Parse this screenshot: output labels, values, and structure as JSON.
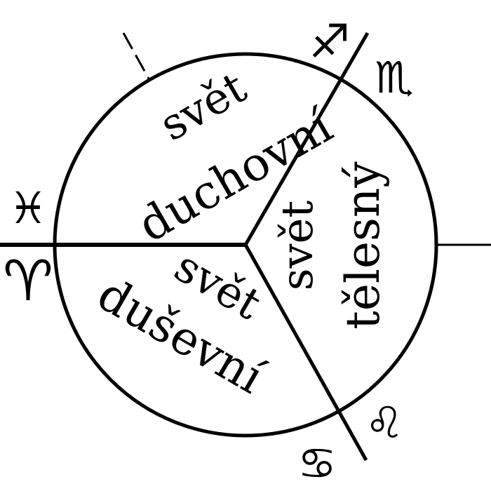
{
  "diagram": {
    "sectors": {
      "spiritual": {
        "line1": "svět",
        "line2": "duchovní"
      },
      "physical": {
        "line1": "svět",
        "line2": "tělesný"
      },
      "soul": {
        "line1": "svět",
        "line2": "duševní"
      }
    },
    "zodiac": {
      "pisces": "♓",
      "aries": "♈",
      "sagittarius": "♐",
      "scorpio": "♏",
      "leo": "♌",
      "cancer": "♋"
    },
    "colors": {
      "ink": "#000000",
      "background": "#ffffff"
    }
  }
}
